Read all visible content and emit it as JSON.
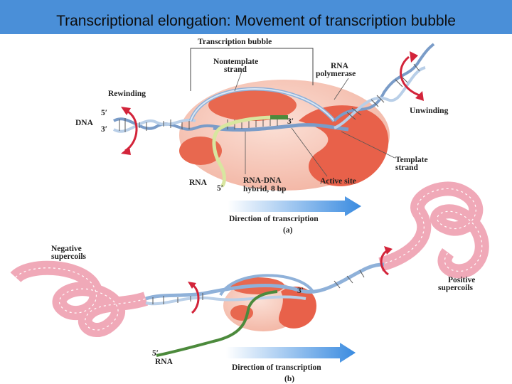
{
  "title": "Transcriptional elongation: Movement of transcription bubble",
  "panel_a": {
    "transcription_bubble": "Transcription bubble",
    "nontemplate_strand": [
      "Nontemplate",
      "strand"
    ],
    "rna_polymerase": [
      "RNA",
      "polymerase"
    ],
    "rewinding": "Rewinding",
    "unwinding": "Unwinding",
    "dna": "DNA",
    "five_prime": "5′",
    "three_prime": "3′",
    "three_prime_rna": "3′",
    "template_strand": [
      "Template",
      "strand"
    ],
    "rna": "RNA",
    "rna_five_prime": "5′",
    "rna_dna_hybrid": [
      "RNA-DNA",
      "hybrid, 8 bp"
    ],
    "active_site": "Active site",
    "direction": "Direction of transcription",
    "caption": "(a)"
  },
  "panel_b": {
    "negative_supercoils": [
      "Negative",
      "supercoils"
    ],
    "positive_supercoils": [
      "Positive",
      "supercoils"
    ],
    "three_prime": "3′",
    "rna_five_prime": "5′",
    "rna": "RNA",
    "direction": "Direction of transcription",
    "caption": "(b)"
  },
  "colors": {
    "title_bar": "#4a8fd8",
    "polymerase_light": "#f6c9bc",
    "polymerase_dark": "#e8614a",
    "dna_strand": "#8fb1d9",
    "supercoil": "#f0a9b8",
    "rna": "#4c8a3c",
    "arrow": "#3a8be0",
    "rotation_arrow": "#d3243a"
  }
}
